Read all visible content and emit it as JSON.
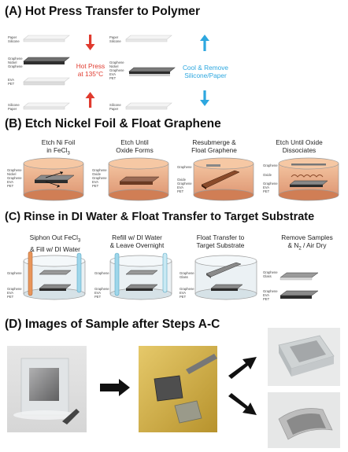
{
  "sections": {
    "a": {
      "title": "(A) Hot Press Transfer to Polymer"
    },
    "b": {
      "title": "(B) Etch Nickel Foil & Float Graphene"
    },
    "c": {
      "title": "(C) Rinse in DI Water & Float Transfer to Target Substrate"
    },
    "d": {
      "title": "(D) Images of Sample after Steps A-C"
    }
  },
  "a": {
    "left_labels": {
      "paper_silicone_top": "Paper\nSilicone",
      "stack": "Graphene\nNickel\nGraphene",
      "eva_pet": "EVA\nPET",
      "silicone_paper_bottom": "Silicone\nPaper"
    },
    "right_labels": {
      "paper_silicone_top": "Paper\nSilicone",
      "stack": "Graphene\nNickel\nGraphene\nEVA\nPET",
      "silicone_paper_bottom": "Silicone\nPaper"
    },
    "hot_press": "Hot Press\nat 135°C",
    "cool_remove": "Cool & Remove\nSilicone/Paper",
    "colors": {
      "hot": "#e03a2e",
      "cool": "#2da7df"
    }
  },
  "b": {
    "steps": [
      {
        "caption": "Etch Ni Foil\nin FeCl",
        "sub": "3",
        "labels": "Graphene\nNickel\nGraphene\nEVA\nPET"
      },
      {
        "caption": "Etch Until\nOxide Forms",
        "labels": "Graphene\nOxide\nGraphene\nEVA\nPET"
      },
      {
        "caption": "Resubmerge &\nFloat Graphene",
        "labels": "Graphene",
        "labels2": "Oxide\nGraphene\nEVA\nPET"
      },
      {
        "caption": "Etch Until Oxide\nDissociates",
        "labels": "Graphene",
        "labels2": "Oxide",
        "labels3": "Graphene\nEVA\nPET"
      }
    ]
  },
  "c": {
    "steps": [
      {
        "caption_a": "Siphon Out FeCl",
        "sub": "3",
        "caption_b": "& Fill w/ DI Water",
        "labels": "Graphene",
        "labels2": "Graphene\nEVA\nPET"
      },
      {
        "caption": "Refill w/ DI Water\n& Leave Overnight",
        "labels": "Graphene",
        "labels2": "Graphene\nEVA\nPET"
      },
      {
        "caption": "Float Transfer to\nTarget Substrate",
        "labels": "Graphene\nGlass",
        "labels2": "Graphene\nEVA\nPET"
      },
      {
        "caption_a": "Remove Samples",
        "caption_b": "& N",
        "sub": "2",
        "caption_c": " / Air Dry",
        "labels": "Graphene\nGlass",
        "labels2": "Graphene\nEVA\nPET"
      }
    ]
  }
}
